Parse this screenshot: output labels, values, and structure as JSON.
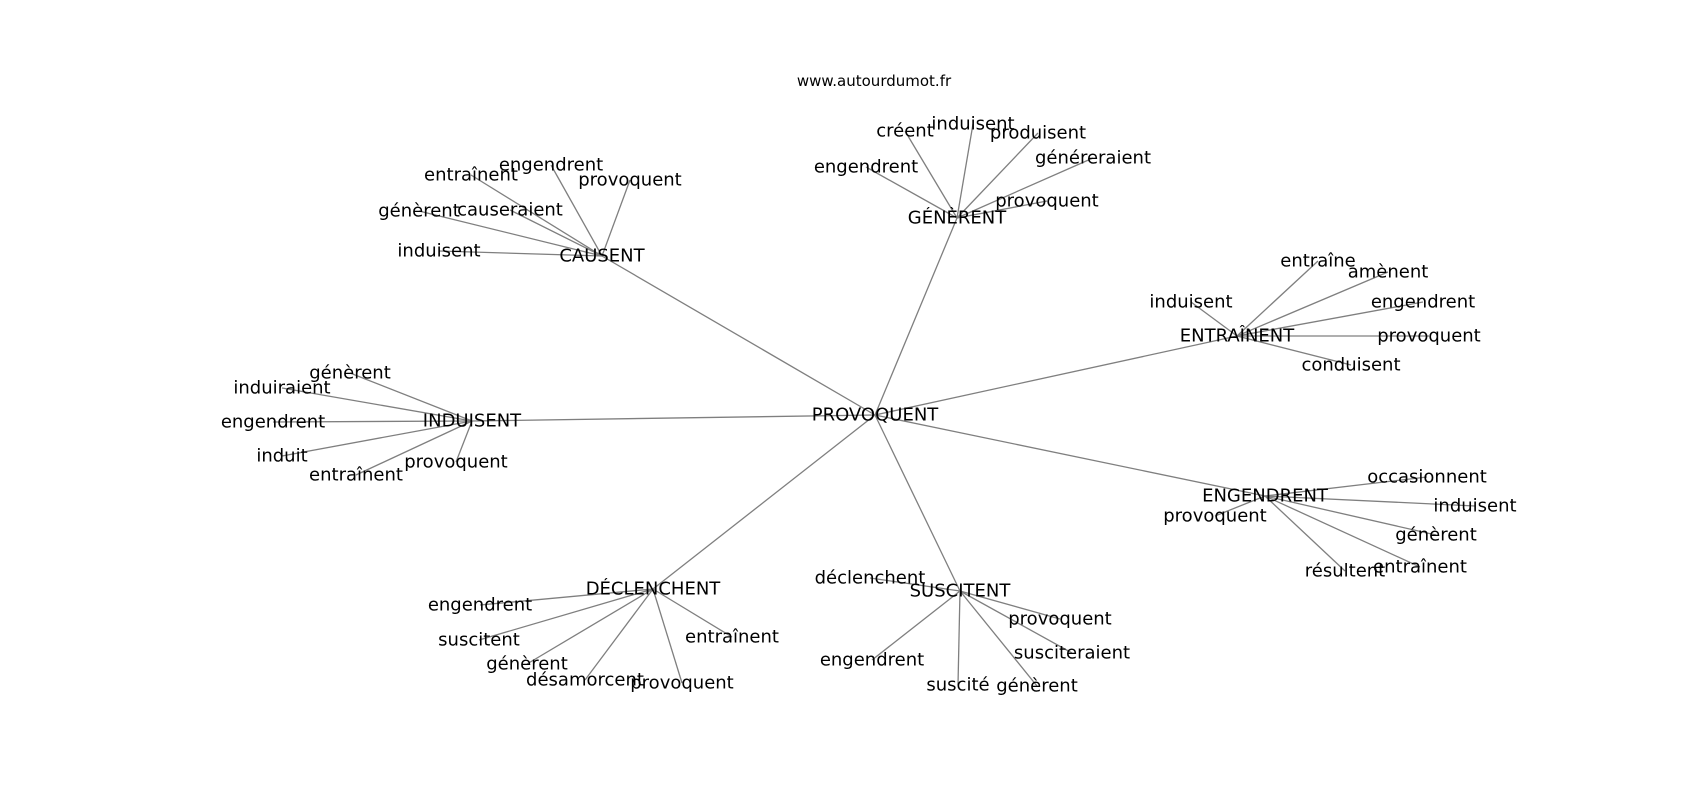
{
  "source": "www.autourdumot.fr",
  "graph": {
    "center": "PROVOQUENT",
    "hubs": [
      {
        "label": "GÉNÈRENT",
        "leaves": [
          "créent",
          "induisent",
          "produisent",
          "généreraient",
          "engendrent",
          "provoquent"
        ]
      },
      {
        "label": "CAUSENT",
        "leaves": [
          "entraînent",
          "engendrent",
          "provoquent",
          "génèrent",
          "causeraient",
          "induisent"
        ]
      },
      {
        "label": "ENTRAÎNENT",
        "leaves": [
          "entraîne",
          "amènent",
          "induisent",
          "engendrent",
          "provoquent",
          "conduisent"
        ]
      },
      {
        "label": "INDUISENT",
        "leaves": [
          "génèrent",
          "induiraient",
          "engendrent",
          "induit",
          "entraînent",
          "provoquent"
        ]
      },
      {
        "label": "ENGENDRENT",
        "leaves": [
          "occasionnent",
          "induisent",
          "provoquent",
          "génèrent",
          "entraînent",
          "résultent"
        ]
      },
      {
        "label": "DÉCLENCHENT",
        "leaves": [
          "engendrent",
          "suscitent",
          "génèrent",
          "désamorcent",
          "provoquent",
          "entraînent"
        ]
      },
      {
        "label": "SUSCITENT",
        "leaves": [
          "déclenchent",
          "provoquent",
          "susciteraient",
          "engendrent",
          "suscité",
          "génèrent"
        ]
      }
    ]
  }
}
